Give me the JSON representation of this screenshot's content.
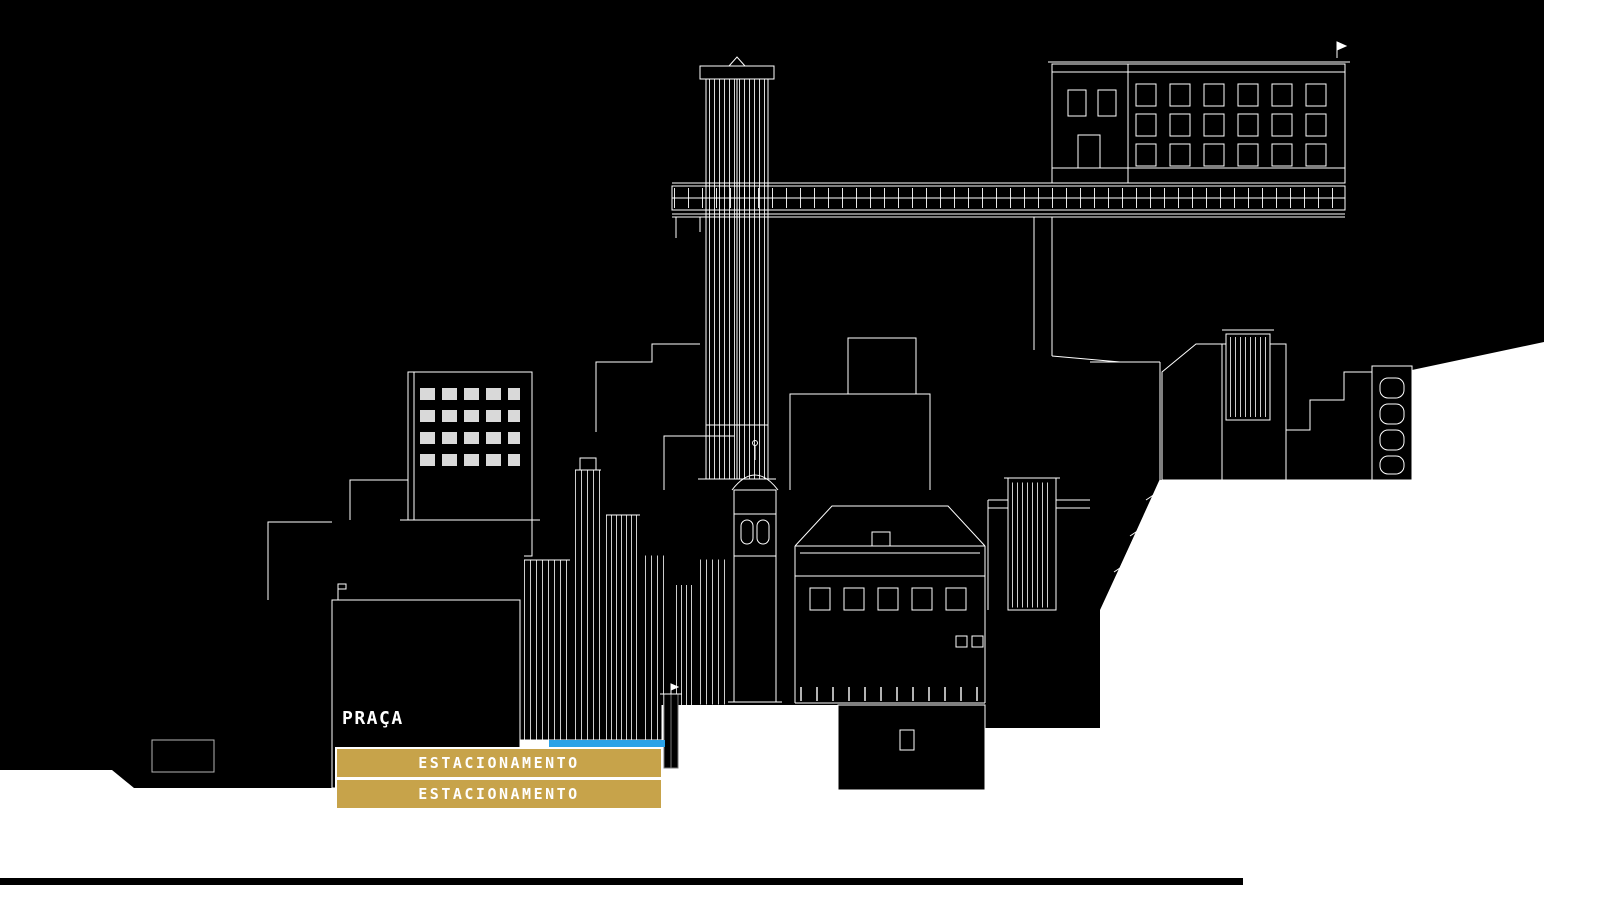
{
  "drawing": {
    "background": "#ffffff",
    "silhouette_color": "#000000",
    "line_color": "#ffffff"
  },
  "annotations": {
    "praca_label": "PRAÇA",
    "parking_levels": [
      {
        "label": "ESTACIONAMENTO"
      },
      {
        "label": "ESTACIONAMENTO"
      }
    ],
    "parking_color": "#c7a34a",
    "highlight_color": "#2ba2e8",
    "label_color": "#ffffff"
  }
}
